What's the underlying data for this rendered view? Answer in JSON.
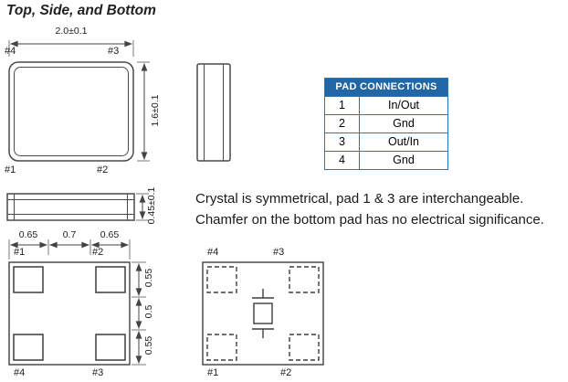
{
  "title": "Top, Side, and Bottom",
  "colors": {
    "table_header_bg": "#2166A5",
    "table_border": "#2E75B6",
    "drawing_line": "#4a4a4a"
  },
  "top_view": {
    "width_dim": "2.0±0.1",
    "height_dim": "1.6±0.1",
    "pad_tl": "#4",
    "pad_tr": "#3",
    "pad_bl": "#1",
    "pad_br": "#2"
  },
  "side_view": {
    "height_dim": "0.45±0.1"
  },
  "pad_table": {
    "title": "PAD CONNECTIONS",
    "rows": [
      {
        "pad": "1",
        "fn": "In/Out"
      },
      {
        "pad": "2",
        "fn": "Gnd"
      },
      {
        "pad": "3",
        "fn": "Out/In"
      },
      {
        "pad": "4",
        "fn": "Gnd"
      }
    ]
  },
  "notes": {
    "line1": "Crystal is symmetrical, pad 1 & 3 are interchangeable.",
    "line2": "Chamfer on the bottom pad has no electrical significance."
  },
  "bottom_view": {
    "top_dims": [
      "0.65",
      "0.7",
      "0.65"
    ],
    "side_dims": [
      "0.55",
      "0.5",
      "0.55"
    ],
    "pad_tl": "#1",
    "pad_tr": "#2",
    "pad_bl": "#4",
    "pad_br": "#3"
  },
  "xray_view": {
    "pad_tl": "#4",
    "pad_tr": "#3",
    "pad_bl": "#1",
    "pad_br": "#2"
  }
}
